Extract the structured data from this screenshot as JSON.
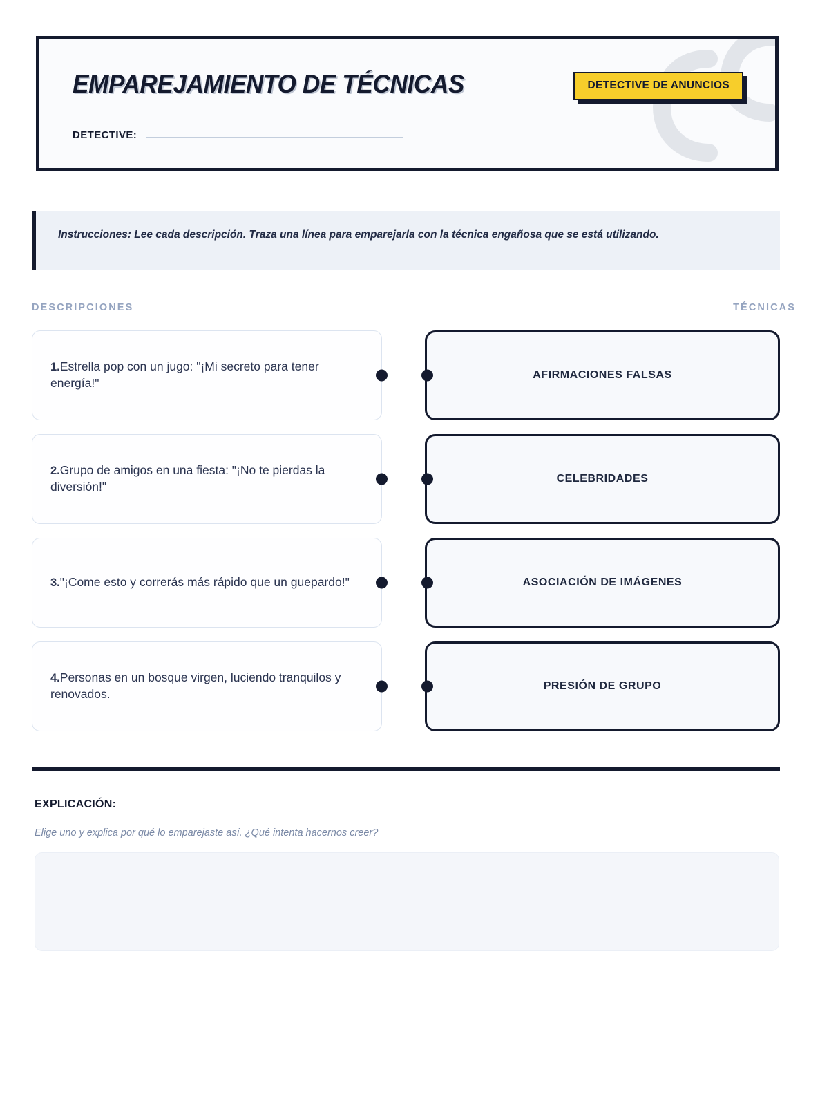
{
  "header": {
    "title": "EMPAREJAMIENTO DE TÉCNICAS",
    "badge": "DETECTIVE DE ANUNCIOS",
    "name_label": "DETECTIVE:",
    "name_value": "",
    "watermark_icon": "swirl-watermark-icon"
  },
  "instructions": {
    "text": "Instrucciones: Lee cada descripción. Traza una línea para emparejarla con la técnica engañosa que se está utilizando."
  },
  "columns": {
    "left_header": "DESCRIPCIONES",
    "right_header": "TÉCNICAS"
  },
  "descriptions": [
    {
      "number": "1.",
      "text": "Estrella pop con un jugo: \"¡Mi secreto para tener energía!\""
    },
    {
      "number": "2.",
      "text": "Grupo de amigos en una fiesta: \"¡No te pierdas la diversión!\""
    },
    {
      "number": "3.",
      "text": "\"¡Come esto y correrás más rápido que un guepardo!\""
    },
    {
      "number": "4.",
      "text": "Personas en un bosque virgen, luciendo tranquilos y renovados."
    }
  ],
  "techniques": [
    {
      "label": "AFIRMACIONES FALSAS"
    },
    {
      "label": "CELEBRIDADES"
    },
    {
      "label": "ASOCIACIÓN DE IMÁGENES"
    },
    {
      "label": "PRESIÓN DE GRUPO"
    }
  ],
  "explanation": {
    "title": "EXPLICACIÓN:",
    "hint": "Elige uno y explica por qué lo emparejaste así. ¿Qué intenta hacernos creer?",
    "answer_value": ""
  },
  "colors": {
    "ink": "#141A2E",
    "accent_yellow": "#F7CE2B",
    "muted_blue": "#95A4C0",
    "panel": "#EDF1F7"
  }
}
